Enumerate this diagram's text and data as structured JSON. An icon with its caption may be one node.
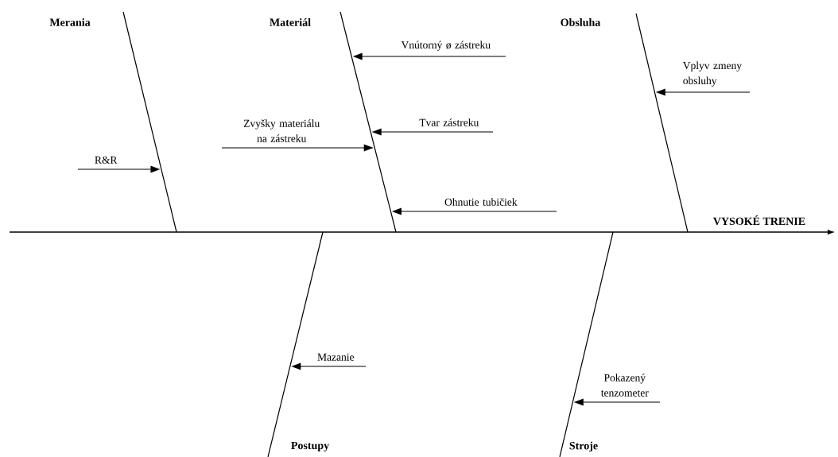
{
  "diagram": {
    "nodes": [
      {
        "text": [
          "Merania"
        ]
      },
      {
        "text": [
          "Materiál"
        ]
      },
      {
        "text": [
          "Obsluha"
        ]
      },
      {
        "text": [
          "Vnútorný ø zástreku"
        ]
      },
      {
        "text": [
          "Vplyv zmeny obsluhy"
        ]
      },
      {
        "text": [
          "Zvyšky materiálu na zástreku"
        ]
      },
      {
        "text": [
          "Tvar zástreku"
        ]
      },
      {
        "text": [
          "R&R"
        ]
      },
      {
        "text": [
          "Ohnutie tubičiek"
        ]
      },
      {
        "text": [
          "VYSOKÉ TRENIE"
        ]
      },
      {
        "text": [
          "Mazanie"
        ]
      },
      {
        "text": [
          "Pokazený tenzometer"
        ]
      },
      {
        "text": [
          "Postupy"
        ]
      },
      {
        "text": [
          "Stroje"
        ]
      }
    ],
    "edges": [
      {
        "from": 3,
        "to": null,
        "arrow": "to"
      },
      {
        "from": 4,
        "to": null,
        "arrow": "to"
      },
      {
        "from": 5,
        "to": null,
        "arrow": "to"
      },
      {
        "from": 6,
        "to": null,
        "arrow": "to"
      },
      {
        "from": 7,
        "to": null,
        "arrow": "to"
      },
      {
        "from": 8,
        "to": null,
        "arrow": "to"
      },
      {
        "from": 10,
        "to": null,
        "arrow": "to"
      },
      {
        "from": 11,
        "to": null,
        "arrow": "to"
      }
    ]
  }
}
